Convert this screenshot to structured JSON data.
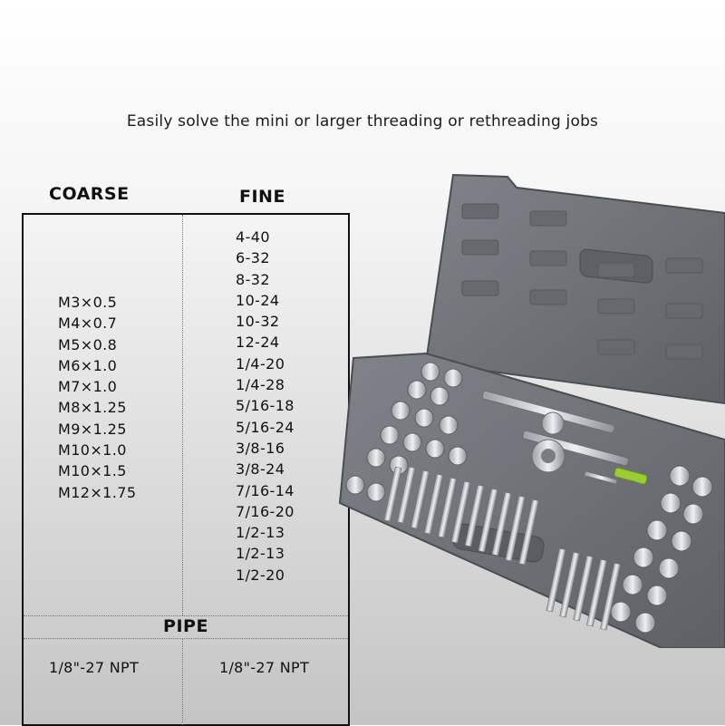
{
  "headline": "Easily solve the mini or larger threading or rethreading jobs",
  "coarse": {
    "title": "COARSE",
    "items": [
      "M3×0.5",
      "M4×0.7",
      "M5×0.8",
      "M6×1.0",
      "M7×1.0",
      "M8×1.25",
      "M9×1.25",
      "M10×1.0",
      "M10×1.5",
      "M12×1.75"
    ]
  },
  "fine": {
    "title": "FINE",
    "items": [
      "4-40",
      "6-32",
      "8-32",
      "10-24",
      "10-32",
      "12-24",
      "1/4-20",
      "1/4-28",
      "5/16-18",
      "5/16-24",
      "3/8-16",
      "3/8-24",
      "7/16-14",
      "7/16-20",
      "1/2-13",
      "1/2-13",
      "1/2-20"
    ]
  },
  "pipe": {
    "title": "PIPE",
    "left": "1/8\"-27 NPT",
    "right": "1/8\"-27 NPT"
  },
  "colors": {
    "case": "#6f7378",
    "case_dark": "#54575b",
    "metal": "#cfd2d4",
    "accent_green": "#9acd32"
  }
}
